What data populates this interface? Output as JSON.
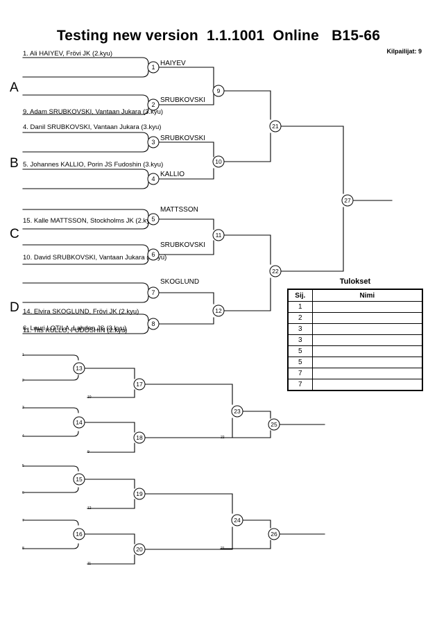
{
  "header": {
    "title": "Testing new version  1.1.1001  Online   B15-66",
    "competitors_label": "Kilpailijat: 9"
  },
  "sections": [
    {
      "letter": "A"
    },
    {
      "letter": "B"
    },
    {
      "letter": "C"
    },
    {
      "letter": "D"
    }
  ],
  "players": [
    {
      "text": "1. Ali HAIYEV, Frövi JK (2.kyu)"
    },
    {
      "text": "9. Adam SRUBKOVSKI, Vantaan Jukara (3.kyu)"
    },
    {
      "text": "4. Danil SRUBKOVSKI, Vantaan Jukara (3.kyu)"
    },
    {
      "text": "5. Johannes KALLIO, Porin JS Fudoshin (3.kyu)"
    },
    {
      "text": "15. Kalle MATTSSON, Stockholms JK (2.kyu)"
    },
    {
      "text": "10. David SRUBKOVSKI, Vantaan Jukara (3.kyu)"
    },
    {
      "text": "14. Elvira SKOGLUND, Frövi JK (2.kyu)"
    },
    {
      "text": "6. Lauri LOTILA, Lahden JS (3.kyu)"
    },
    {
      "text": "11. Tits KULLO, FUDOSHIN (2.kyu)"
    }
  ],
  "winners": [
    {
      "match": 1,
      "text": "HAIYEV"
    },
    {
      "match": 2,
      "text": "SRUBKOVSKI"
    },
    {
      "match": 3,
      "text": "SRUBKOVSKI"
    },
    {
      "match": 4,
      "text": "KALLIO"
    },
    {
      "match": 5,
      "text": "MATTSSON"
    },
    {
      "match": 6,
      "text": "SRUBKOVSKI"
    },
    {
      "match": 7,
      "text": "SKOGLUND"
    }
  ],
  "match_numbers": {
    "m1": "1",
    "m2": "2",
    "m3": "3",
    "m4": "4",
    "m5": "5",
    "m6": "6",
    "m7": "7",
    "m8": "8",
    "m9": "9",
    "m10": "10",
    "m11": "11",
    "m12": "12",
    "m13": "13",
    "m14": "14",
    "m15": "15",
    "m16": "16",
    "m17": "17",
    "m18": "18",
    "m19": "19",
    "m20": "20",
    "m21": "21",
    "m22": "22",
    "m23": "23",
    "m24": "24",
    "m25": "25",
    "m26": "26",
    "m27": "27"
  },
  "feed_labels": {
    "f1": "1",
    "f2": "2",
    "f3": "3",
    "f4": "4",
    "f5": "5",
    "f6": "6",
    "f7": "7",
    "f8": "8",
    "f9": "9",
    "f10": "10",
    "f11": "11",
    "f12": "12",
    "f21": "21",
    "f22": "22"
  },
  "results": {
    "title": "Tulokset",
    "columns": [
      "Sij.",
      "Nimi"
    ],
    "rows": [
      {
        "place": "1",
        "name": ""
      },
      {
        "place": "2",
        "name": ""
      },
      {
        "place": "3",
        "name": ""
      },
      {
        "place": "3",
        "name": ""
      },
      {
        "place": "5",
        "name": ""
      },
      {
        "place": "5",
        "name": ""
      },
      {
        "place": "7",
        "name": ""
      },
      {
        "place": "7",
        "name": ""
      }
    ]
  },
  "colors": {
    "line": "#000000",
    "line_light": "#808080",
    "background": "#ffffff"
  }
}
